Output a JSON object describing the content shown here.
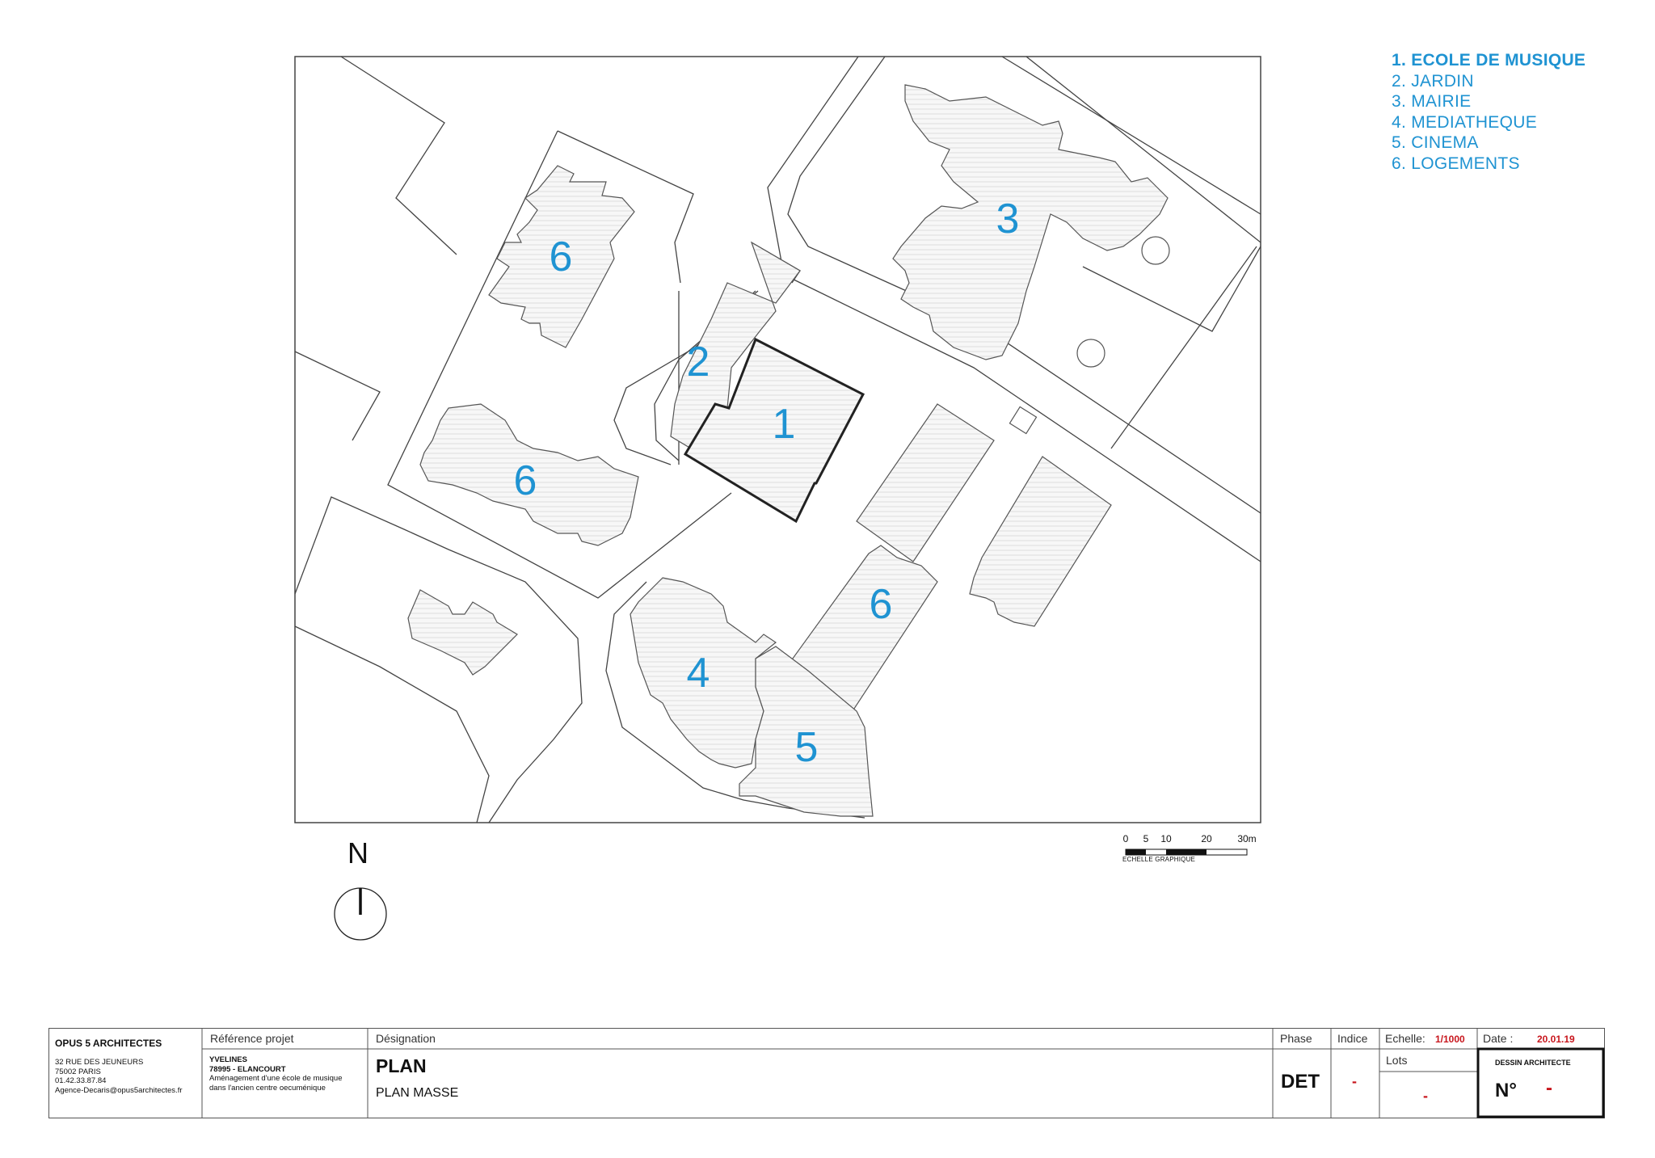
{
  "legend": [
    "1. ECOLE DE MUSIQUE",
    "2. JARDIN",
    "3. MAIRIE",
    "4. MEDIATHEQUE",
    "5. CINEMA",
    "6. LOGEMENTS"
  ],
  "plan_labels": [
    "1",
    "2",
    "3",
    "4",
    "5",
    "6",
    "6",
    "6"
  ],
  "north": "N",
  "scale": {
    "ticks": [
      "0",
      "5",
      "10",
      "20",
      "30m"
    ],
    "caption": "ECHELLE GRAPHIQUE"
  },
  "title_block": {
    "firm_name": "OPUS 5 ARCHITECTES",
    "firm_address": [
      "32 RUE DES JEUNEURS",
      "75002 PARIS",
      "01.42.33.87.84",
      "Agence-Decaris@opus5architectes.fr"
    ],
    "reference_label": "Référence projet",
    "reference_lines": [
      "YVELINES",
      "78995 - ELANCOURT",
      "Aménagement d'une école de musique",
      "dans l'ancien centre oecuménique"
    ],
    "designation_label": "Désignation",
    "designation_title": "PLAN",
    "designation_sub": "PLAN MASSE",
    "phase_label": "Phase",
    "phase_value": "DET",
    "indice_label": "Indice",
    "indice_value": "-",
    "echelle_label": "Echelle:",
    "echelle_value": "1/1000",
    "lots_label": "Lots",
    "lots_value": "-",
    "date_label": "Date :",
    "date_value": "20.01.19",
    "dessin_label": "DESSIN ARCHITECTE",
    "numero_label": "N°",
    "numero_value": "-"
  },
  "colors": {
    "accent": "#1f93d2",
    "highlight": "#c8161d"
  }
}
